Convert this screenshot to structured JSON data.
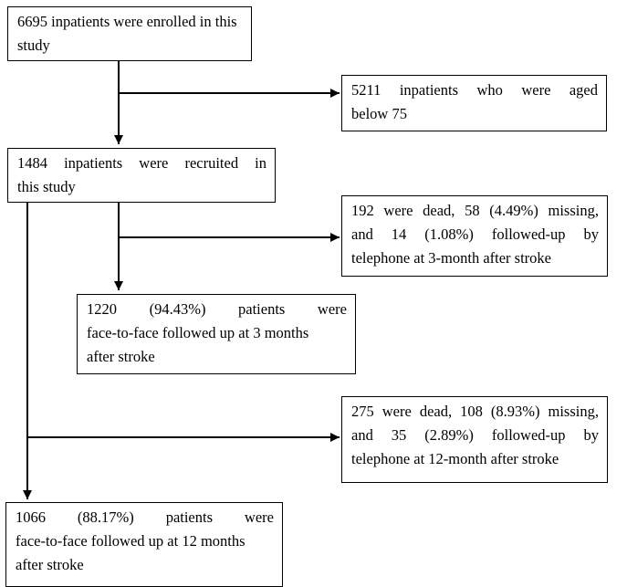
{
  "flowchart": {
    "boxes": [
      {
        "id": "enrolled",
        "lines": [
          "6695 inpatients were enrolled in this",
          "study"
        ]
      },
      {
        "id": "excluded_age",
        "lines": [
          "5211 inpatients who were aged",
          "below 75"
        ]
      },
      {
        "id": "recruited",
        "lines": [
          "1484 inpatients were recruited in",
          "this study"
        ]
      },
      {
        "id": "lost_3m",
        "lines": [
          "192 were dead, 58 (4.49%) missing,",
          "and 14 (1.08%) followed-up by",
          "telephone at 3-month after stroke"
        ]
      },
      {
        "id": "followed_3m",
        "lines": [
          "1220 (94.43%) patients were",
          "face-to-face followed up at 3 months",
          "after stroke"
        ]
      },
      {
        "id": "lost_12m",
        "lines": [
          "275 were dead, 108 (8.93%) missing,",
          "and 35 (2.89%) followed-up by",
          "telephone at 12-month after stroke"
        ]
      },
      {
        "id": "followed_12m",
        "lines": [
          "1066 (88.17%) patients were",
          "face-to-face followed up at 12 months",
          "after stroke"
        ]
      }
    ]
  }
}
